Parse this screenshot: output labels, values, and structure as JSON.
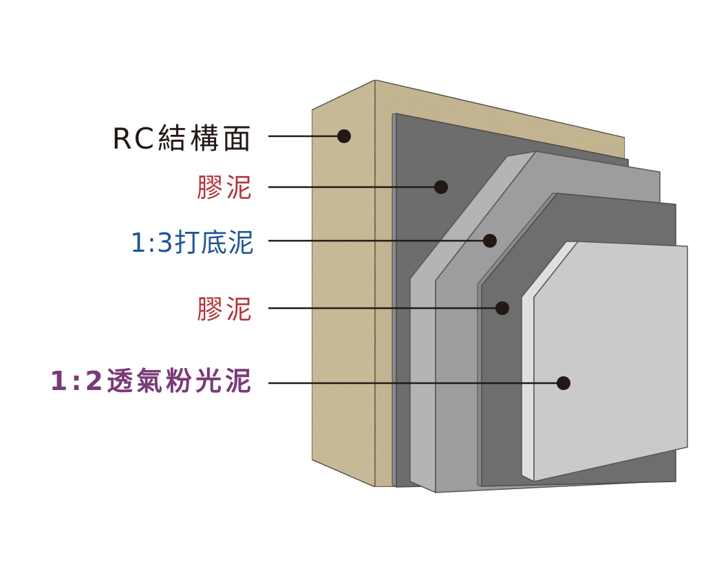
{
  "diagram": {
    "title": "Wall plastering layer structure",
    "layers": [
      {
        "id": "rc",
        "label": "RC結構面",
        "color": "#231815",
        "fill": "#c7b995"
      },
      {
        "id": "glue1",
        "label": "膠泥",
        "color": "#b2363b",
        "fill": "#6d6d6d"
      },
      {
        "id": "base",
        "label": "1:3打底泥",
        "color": "#1f5591",
        "fill": "#9c9c9e"
      },
      {
        "id": "glue2",
        "label": "膠泥",
        "color": "#b2363b",
        "fill": "#6d6d6d"
      },
      {
        "id": "finish",
        "label": "1:2透氣粉光泥",
        "color": "#7a3a78",
        "fill": "#c9cac9"
      }
    ],
    "leader_color": "#231815"
  }
}
